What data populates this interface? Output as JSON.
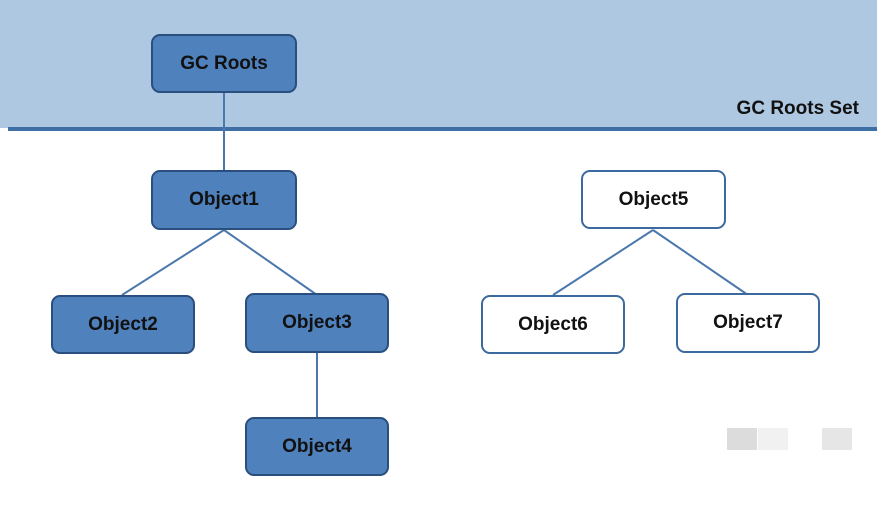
{
  "roots_set": {
    "label": "GC Roots Set"
  },
  "nodes": {
    "gc_roots": "GC Roots",
    "object1": "Object1",
    "object2": "Object2",
    "object3": "Object3",
    "object4": "Object4",
    "object5": "Object5",
    "object6": "Object6",
    "object7": "Object7"
  },
  "colors": {
    "roots_band": "#afc8e1",
    "divider": "#3f6fa4",
    "reachable_fill": "#4f81bd",
    "reachable_border": "#2a4f7e",
    "unreachable_fill": "#ffffff",
    "unreachable_border": "#3d6a9e",
    "edge": "#4a78ad"
  }
}
